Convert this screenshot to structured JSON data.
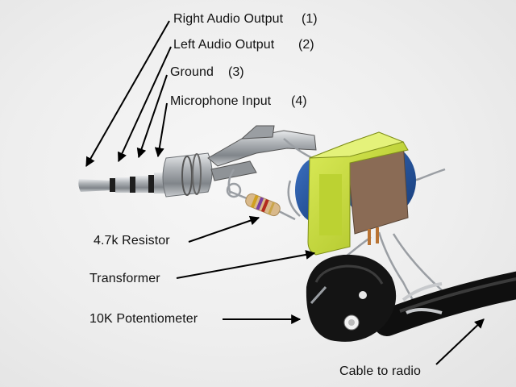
{
  "labels": {
    "right_audio": {
      "text": "Right Audio Output",
      "num": "(1)"
    },
    "left_audio": {
      "text": "Left Audio Output",
      "num": "(2)"
    },
    "ground": {
      "text": "Ground",
      "num": "(3)"
    },
    "microphone": {
      "text": "Microphone Input",
      "num": "(4)"
    },
    "resistor": "4.7k Resistor",
    "transformer": "Transformer",
    "potentiometer": "10K Potentiometer",
    "cable": "Cable to radio"
  },
  "colors": {
    "background": "#ececec",
    "plug_metal": "#b9bcc0",
    "plug_ring": "#222222",
    "transformer_bobbin": "#c8dc3c",
    "transformer_coil": "#1f4f9a",
    "pot_body": "#1a1a1a",
    "cable": "#111111",
    "arrow": "#000000"
  }
}
